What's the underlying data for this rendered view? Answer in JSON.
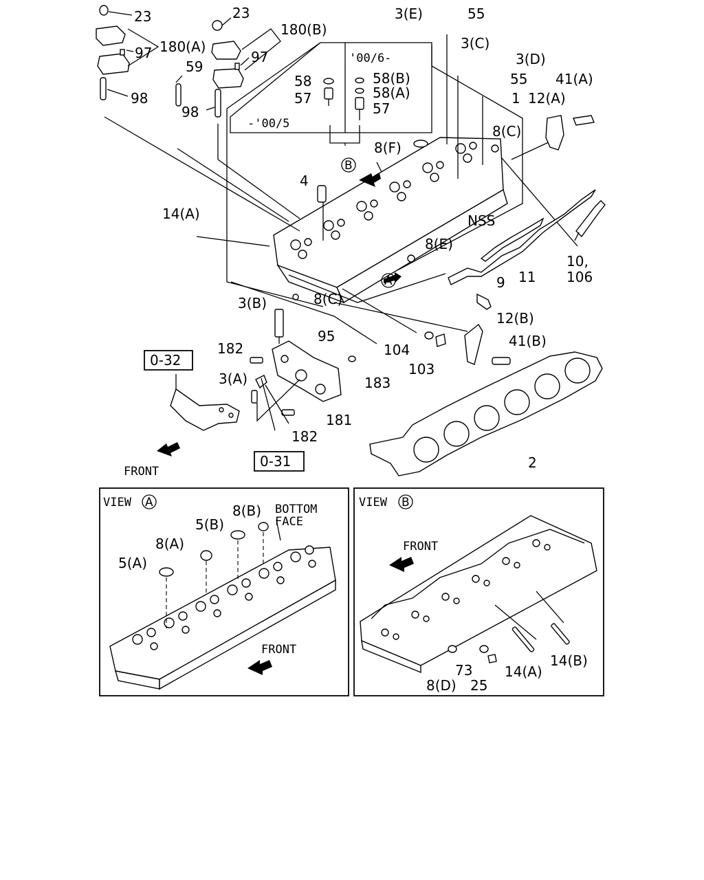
{
  "labels": {
    "l23a": "23",
    "l23b": "23",
    "l180a": "180(A)",
    "l180b": "180(B)",
    "l97a": "97",
    "l97b": "97",
    "l98a": "98",
    "l98b": "98",
    "l59": "59",
    "l3e": "3(E)",
    "l55a": "55",
    "l3c": "3(C)",
    "l3d": "3(D)",
    "l55b": "55",
    "l41a": "41(A)",
    "l1": "1",
    "l12a": "12(A)",
    "l8c_top": "8(C)",
    "l00_6": "'00/6-",
    "l58": "58",
    "l57": "57",
    "l58b": "58(B)",
    "l58a": "58(A)",
    "l57b": "57",
    "l00_5": "-'00/5",
    "l8f": "8(F)",
    "l4": "4",
    "l14a": "14(A)",
    "lnss": "NSS",
    "l8e": "8(E)",
    "l10": "10,",
    "l106": "106",
    "l11": "11",
    "l9": "9",
    "l8c_mid": "8(C)",
    "l3b": "3(B)",
    "l95": "95",
    "l182a": "182",
    "l104": "104",
    "l103": "103",
    "l12b": "12(B)",
    "l41b": "41(B)",
    "l3a": "3(A)",
    "l183": "183",
    "l181": "181",
    "l182b": "182",
    "l2": "2",
    "front_main": "FRONT"
  },
  "refs": {
    "r032": "0-32",
    "r031": "0-31"
  },
  "view_a": {
    "title": "VIEW",
    "mark": "A",
    "l5b": "5(B)",
    "l8b": "8(B)",
    "bottom1": "BOTTOM",
    "bottom2": "FACE",
    "l8a": "8(A)",
    "l5a": "5(A)",
    "front": "FRONT"
  },
  "view_b": {
    "title": "VIEW",
    "mark": "B",
    "front": "FRONT",
    "l73": "73",
    "l14a": "14(A)",
    "l14b": "14(B)",
    "l8d": "8(D)",
    "l25": "25"
  },
  "callouts": {
    "a": "A",
    "b": "B"
  }
}
